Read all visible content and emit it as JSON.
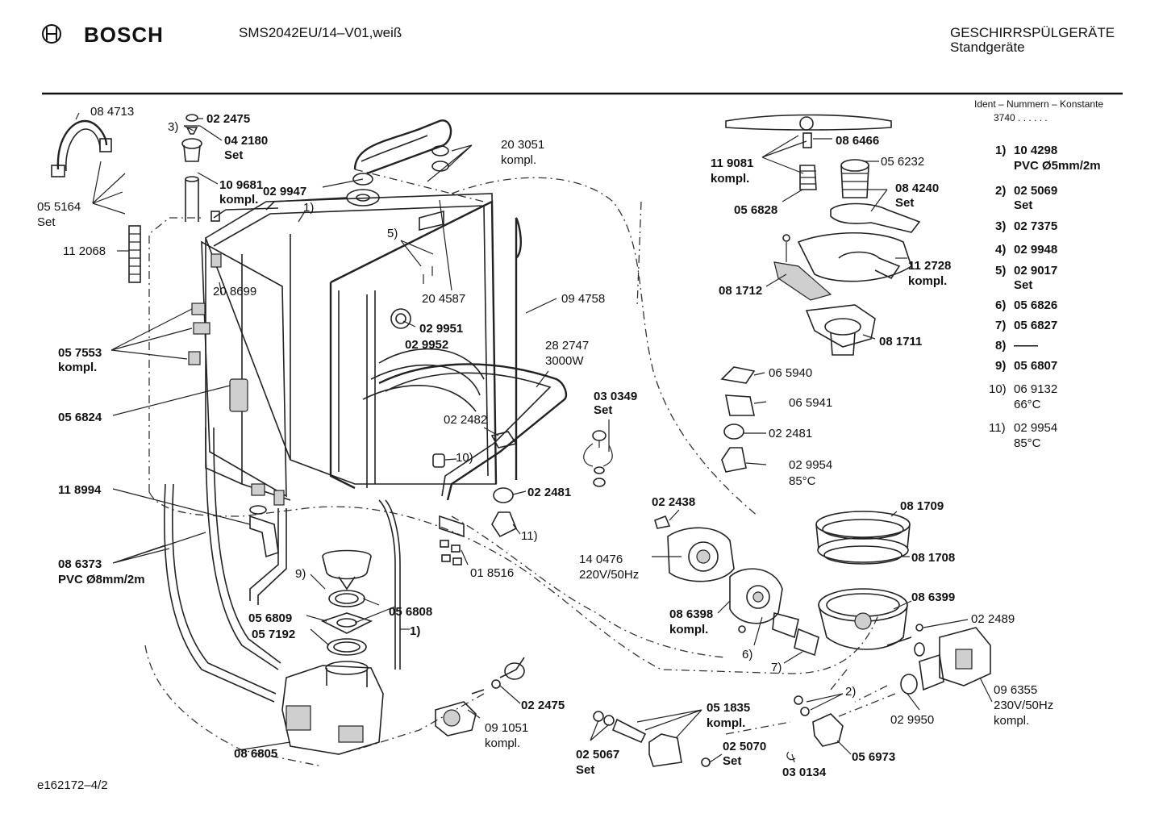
{
  "header": {
    "brand": "BOSCH",
    "model": "SMS2042EU/14–V01,weiß",
    "category": "GESCHIRRSPÜLGERÄTE",
    "subcategory": "Standgeräte",
    "logo_icon": "bosch-armature-icon"
  },
  "ident": {
    "title": "Ident – Nummern – Konstante",
    "value": "3740 . . . . . ."
  },
  "legend": [
    {
      "num": "1)",
      "code": "10 4298",
      "desc": "PVC Ø5mm/2m",
      "bold": true
    },
    {
      "num": "2)",
      "code": "02 5069",
      "desc": "Set",
      "bold": true
    },
    {
      "num": "3)",
      "code": "02 7375",
      "desc": "",
      "bold": true
    },
    {
      "num": "4)",
      "code": "02 9948",
      "desc": "",
      "bold": true
    },
    {
      "num": "5)",
      "code": "02 9017",
      "desc": "Set",
      "bold": true
    },
    {
      "num": "6)",
      "code": "05 6826",
      "desc": "",
      "bold": true
    },
    {
      "num": "7)",
      "code": "05 6827",
      "desc": "",
      "bold": true
    },
    {
      "num": "8)",
      "code": "——",
      "desc": "",
      "bold": true
    },
    {
      "num": "9)",
      "code": "05 6807",
      "desc": "",
      "bold": true
    },
    {
      "num": "10)",
      "code": "06 9132",
      "desc": "66°C",
      "bold": false
    },
    {
      "num": "11)",
      "code": "02 9954",
      "desc": "85°C",
      "bold": false
    }
  ],
  "parts": {
    "p084713": "08 4713",
    "p055164": "05 5164",
    "p055164_set": "Set",
    "p112068": "11 2068",
    "p022475_top": "02 2475",
    "p3": "3)",
    "p042180": "04 2180",
    "p042180_set": "Set",
    "p109681": "10 9681",
    "p109681_kompl": "kompl.",
    "p203051": "20 3051",
    "p203051_kompl": "kompl.",
    "p029947": "02 9947",
    "p1_top": "1)",
    "p5": "5)",
    "p208699": "20 8699",
    "p204587": "20 4587",
    "p094758": "09 4758",
    "p029951": "02 9951",
    "p029952": "02 9952",
    "p057553": "05 7553",
    "p057553_kompl": "kompl.",
    "p282747": "28 2747",
    "p282747_w": "3000W",
    "p056824": "05 6824",
    "p030349": "03 0349",
    "p030349_set": "Set",
    "p022482": "02 2482",
    "p10": "10)",
    "p022481_mid": "02 2481",
    "p11": "11)",
    "p018516": "01 8516",
    "p118994": "11 8994",
    "p086373": "08 6373",
    "p086373_pvc": "PVC Ø8mm/2m",
    "p9": "9)",
    "p056808": "05 6808",
    "p056809": "05 6809",
    "p057192": "05 7192",
    "p1_mid": "1)",
    "p022475_bot": "02 2475",
    "p091051": "09 1051",
    "p091051_kompl": "kompl.",
    "p086805": "08 6805",
    "p051835": "05 1835",
    "p051835_kompl": "kompl.",
    "p025067": "02 5067",
    "p025067_set": "Set",
    "p025070": "02 5070",
    "p025070_set": "Set",
    "p030134": "03 0134",
    "p056973": "05 6973",
    "p2": "2)",
    "p029950": "02 9950",
    "p096355": "09 6355",
    "p096355_v": "230V/50Hz",
    "p096355_kompl": "kompl.",
    "p022489": "02 2489",
    "p086399": "08 6399",
    "p081708": "08 1708",
    "p081709": "08 1709",
    "p022438": "02 2438",
    "p140476": "14 0476",
    "p140476_v": "220V/50Hz",
    "p086398": "08 6398",
    "p086398_kompl": "kompl.",
    "p6": "6)",
    "p7": "7)",
    "p119081": "11 9081",
    "p119081_kompl": "kompl.",
    "p086466": "08 6466",
    "p056232": "05 6232",
    "p084240": "08 4240",
    "p084240_set": "Set",
    "p056828": "05 6828",
    "p112728": "11 2728",
    "p112728_kompl": "kompl.",
    "p081712": "08 1712",
    "p081711": "08 1711",
    "p065940": "06 5940",
    "p065941": "06 5941",
    "p022481_right": "02 2481",
    "p029954": "02 9954",
    "p029954_t": "85°C"
  },
  "footer": {
    "drawing_id": "e162172–4/2"
  }
}
